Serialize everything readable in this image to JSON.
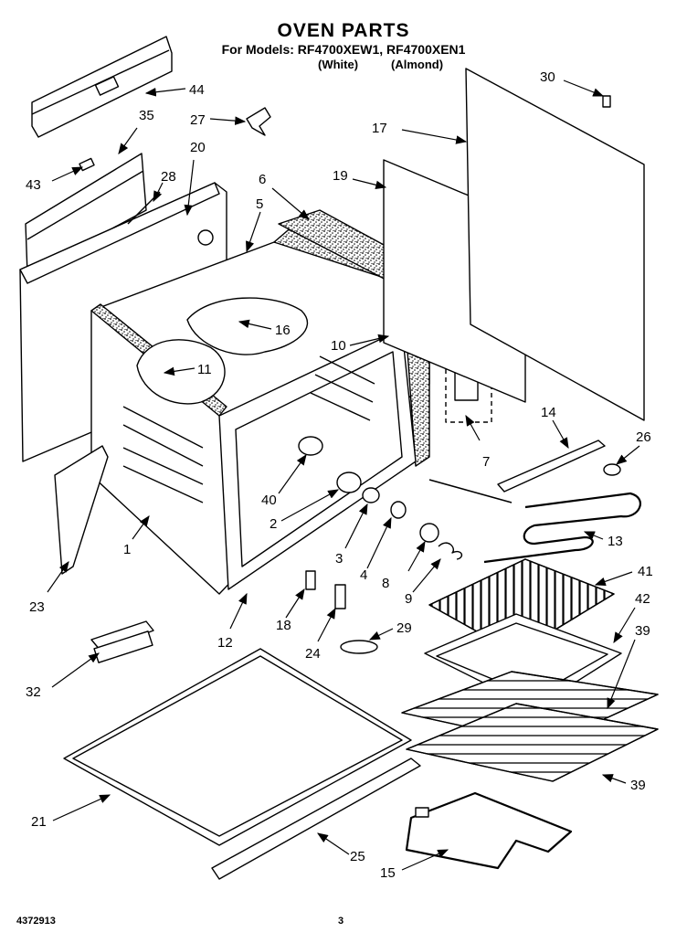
{
  "header": {
    "title": "OVEN PARTS",
    "models_line": "For Models: RF4700XEW1, RF4700XEN1",
    "variants": [
      "(White)",
      "(Almond)"
    ]
  },
  "callouts": [
    "44",
    "35",
    "27",
    "43",
    "20",
    "28",
    "6",
    "5",
    "30",
    "17",
    "19",
    "16",
    "11",
    "10",
    "7",
    "14",
    "26",
    "40",
    "2",
    "1",
    "13",
    "3",
    "4",
    "8",
    "9",
    "41",
    "23",
    "12",
    "18",
    "24",
    "29",
    "42",
    "39",
    "32",
    "39",
    "21",
    "25",
    "15"
  ],
  "footer": {
    "doc_number": "4372913",
    "page": "3"
  }
}
